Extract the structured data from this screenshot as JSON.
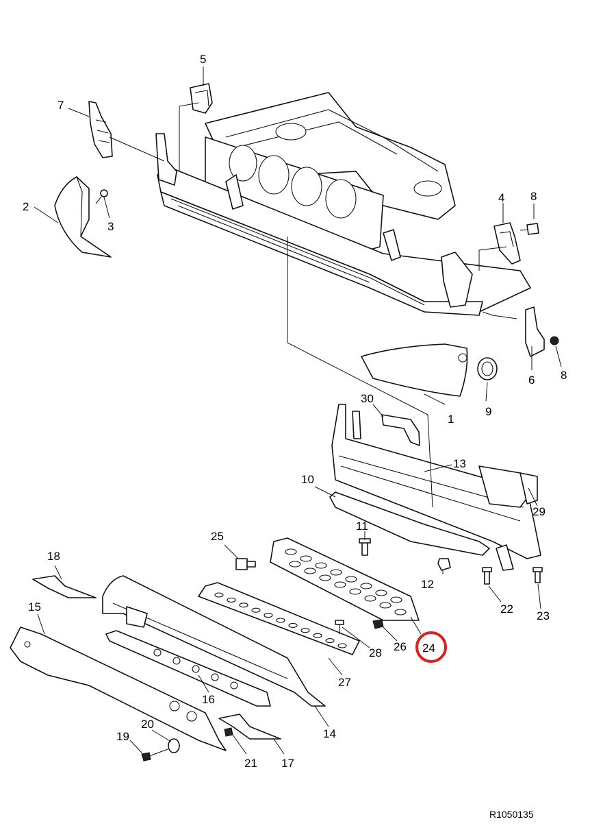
{
  "diagram": {
    "reference_code": "R1050135",
    "highlight": {
      "callout": "24",
      "color": "#e0201c"
    },
    "callouts": [
      "1",
      "2",
      "3",
      "4",
      "5",
      "6",
      "7",
      "8",
      "9",
      "10",
      "11",
      "12",
      "13",
      "14",
      "15",
      "16",
      "17",
      "18",
      "19",
      "20",
      "21",
      "22",
      "23",
      "24",
      "25",
      "26",
      "27",
      "28",
      "29",
      "30"
    ],
    "line_color": "#111111",
    "background": "#ffffff"
  }
}
